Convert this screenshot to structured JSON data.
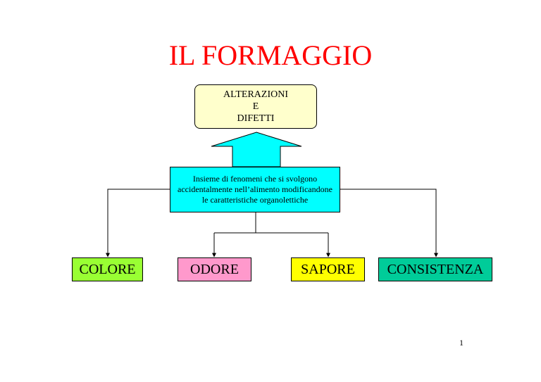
{
  "title": "IL FORMAGGIO",
  "top_box": {
    "lines": [
      "ALTERAZIONI",
      "E",
      "DIFETTI"
    ]
  },
  "definition": {
    "lines": [
      "Insieme di fenomeni che si svolgono",
      "accidentalmente nell’alimento modificandone",
      "le caratteristiche organolettiche"
    ]
  },
  "categories": [
    "COLORE",
    "ODORE",
    "SAPORE",
    "CONSISTENZA"
  ],
  "page_number": "1",
  "colors": {
    "title": "#ff0000",
    "top_box_fill": "#ffffcc",
    "arrow_fill": "#00ffff",
    "definition_fill": "#00ffff",
    "colore_fill": "#99ff33",
    "odore_fill": "#ff99cc",
    "sapore_fill": "#ffff00",
    "consistenza_fill": "#00cc99"
  }
}
